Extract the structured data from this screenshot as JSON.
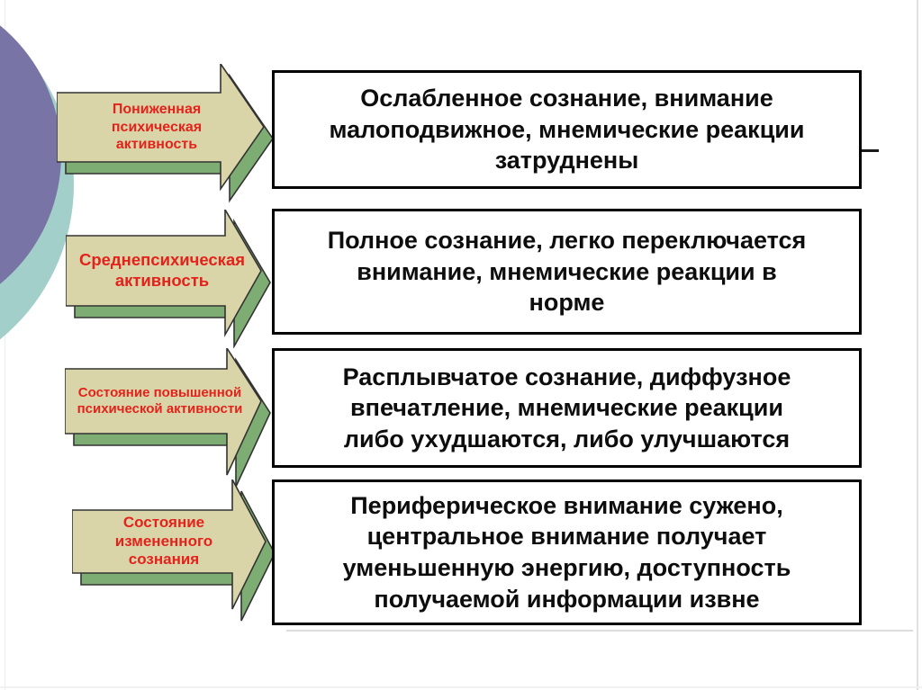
{
  "slide": {
    "rows": [
      {
        "arrow_label": "Пониженная\nпсихическая\nактивность",
        "box_text": "Ослабленное сознание, внимание\nмалоподвижное, мнемические реакции\nзатруднены"
      },
      {
        "arrow_label": "Среднепсихическая\nактивность",
        "box_text": "Полное сознание, легко переключается\nвнимание, мнемические реакции в\nнорме"
      },
      {
        "arrow_label": "Состояние повышенной\nпсихической активности",
        "box_text": "Расплывчатое сознание, диффузное\nвпечатление, мнемические реакции\nлибо ухудшаются, либо улучшаются"
      },
      {
        "arrow_label": "Состояние\nизмененного\nсознания",
        "box_text": "Периферическое внимание сужено,\nцентральное внимание получает\nуменьшенную энергию, доступность\nполучаемой информации извне"
      }
    ],
    "colors": {
      "background": "#ffffff",
      "arrow_fill": "#d9d5a9",
      "arrow_shadow": "#7ead73",
      "arrow_outline": "#333333",
      "label_red": "#e3231b",
      "box_border": "#000000",
      "box_text": "#0d0d0d",
      "purple_circle": "#7974a6",
      "teal_circle": "#a2cfc9"
    }
  }
}
